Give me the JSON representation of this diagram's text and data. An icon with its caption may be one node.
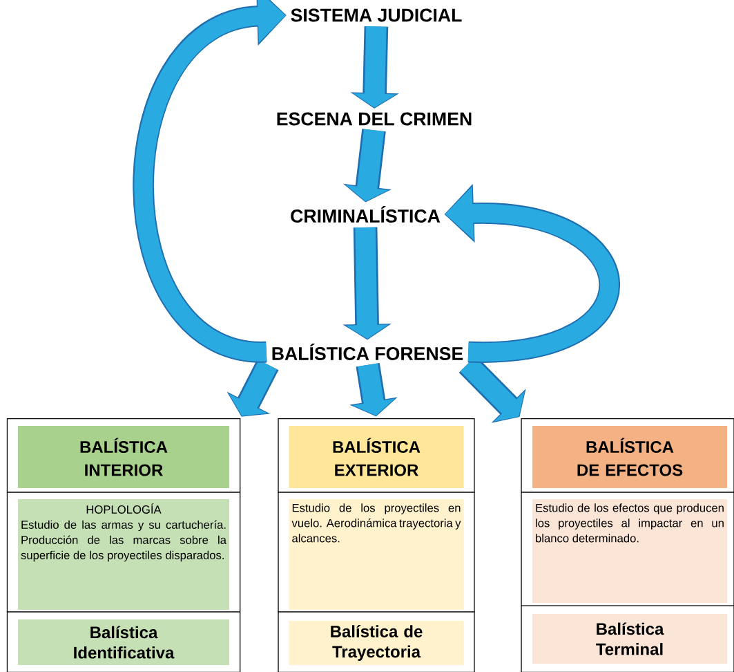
{
  "diagram": {
    "nodes": [
      {
        "text": [
          "SISTEMA JUDICIAL"
        ]
      },
      {
        "text": [
          "ESCENA DEL CRIMEN"
        ]
      },
      {
        "text": [
          "CRIMINALÍSTICA"
        ]
      },
      {
        "text": [
          "BALÍSTICA FORENSE"
        ]
      },
      {
        "text": [],
        "shape": "box"
      },
      {
        "text": [
          "BALÍSTICA INTERIOR"
        ],
        "in": 4
      },
      {
        "text": [
          "HOPLOLOGÍA",
          "Estudio de las armas y su cartuchería. Producción de las marcas sobre la superficie de los proyectiles disparados."
        ],
        "in": 4
      },
      {
        "text": [
          "Balística Identificativa"
        ],
        "in": 4
      },
      {
        "text": [],
        "shape": "box"
      },
      {
        "text": [
          "BALÍSTICA EXTERIOR"
        ],
        "in": 8
      },
      {
        "text": [
          "Estudio de los proyectiles en vuelo. Aerodinámica trayectoria y alcances."
        ],
        "in": 8
      },
      {
        "text": [
          "Balística de Trayectoria"
        ],
        "in": 8
      },
      {
        "text": [],
        "shape": "box"
      },
      {
        "text": [
          "BALÍSTICA DE EFECTOS"
        ],
        "in": 12
      },
      {
        "text": [
          "Estudio de los efectos que producen los proyectiles al impactar en un blanco determinado."
        ],
        "in": 12
      },
      {
        "text": [
          "Balística Terminal"
        ],
        "in": 12
      }
    ],
    "edges": [
      {
        "from": 0,
        "to": 1,
        "arrow": "to"
      },
      {
        "from": 1,
        "to": 2,
        "arrow": "to"
      },
      {
        "from": 2,
        "to": 3,
        "arrow": "to"
      },
      {
        "from": 3,
        "to": 4,
        "arrow": "to"
      },
      {
        "from": 3,
        "to": 8,
        "arrow": "to"
      },
      {
        "from": 3,
        "to": 12,
        "arrow": "to"
      },
      {
        "from": 3,
        "to": 0,
        "arrow": "to"
      },
      {
        "from": 3,
        "to": 2,
        "arrow": "to"
      }
    ]
  }
}
